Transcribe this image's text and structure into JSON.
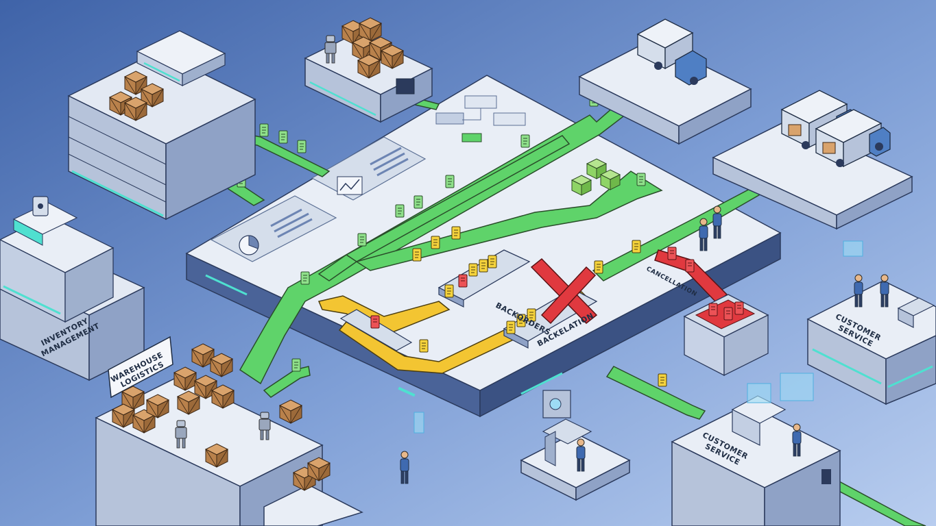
{
  "labels": {
    "inventory_management": [
      "INVENTORY",
      "MANAGEMENT"
    ],
    "warehouse_logistics": [
      "WAREHOUSE",
      "LOGISTICS"
    ],
    "backorders": "BACKORDERS",
    "backelation": "BACKELATION",
    "cancellation": "CANCELLATION",
    "customer_service_right": [
      "CUSTOMER",
      "SERVICE"
    ],
    "customer_service_bottom": [
      "CUSTOMER",
      "SERVICE"
    ]
  },
  "colors": {
    "background_start": "#3f63a8",
    "background_end": "#b8cdef",
    "platform_top": "#e9eef6",
    "platform_side": "#536b9c",
    "flow_green": "#5fd36a",
    "flow_yellow": "#f3c532",
    "flow_red": "#e0393f",
    "box_brown": "#b9814b",
    "cube_green": "#8fd466",
    "accent_teal": "#4fe0d0"
  },
  "icons": [
    "truck-icon",
    "document-icon",
    "robot-icon",
    "crate-icon",
    "person-icon",
    "pie-chart-icon",
    "bar-chart-icon",
    "x-mark-icon",
    "security-badge-icon"
  ]
}
